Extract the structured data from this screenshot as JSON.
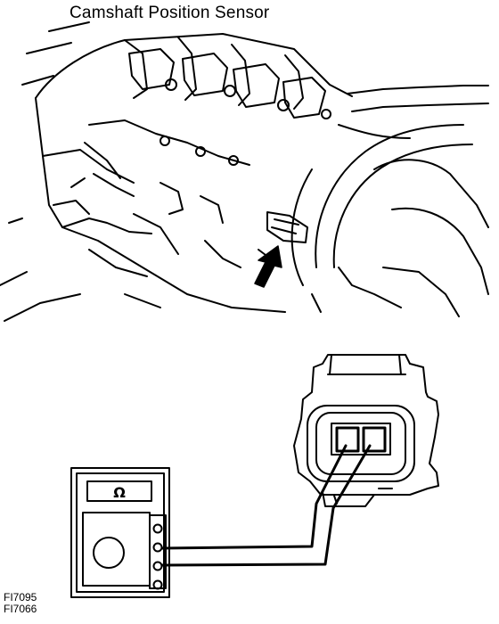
{
  "title": "Camshaft Position Sensor",
  "meter": {
    "unit_symbol": "Ω"
  },
  "figure_codes": [
    "FI7095",
    "FI7066"
  ]
}
